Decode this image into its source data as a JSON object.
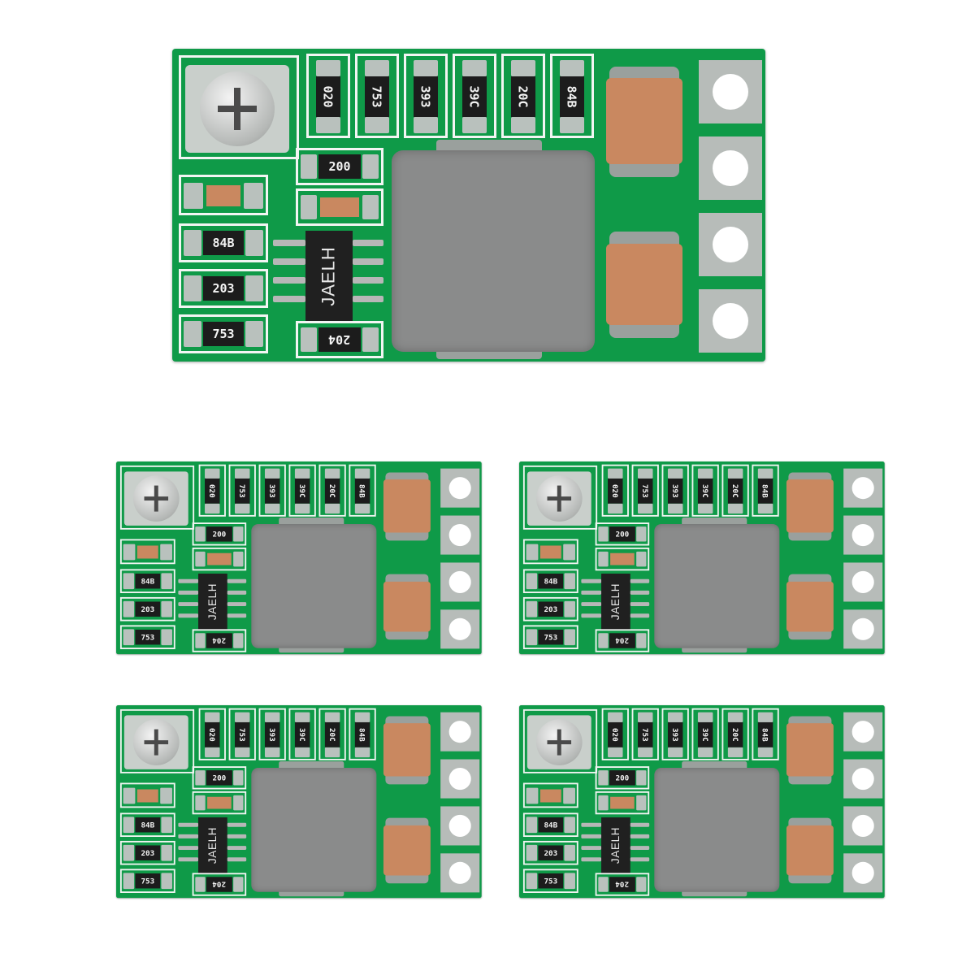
{
  "image": {
    "description": "Five identical green mini buck converter PCB modules",
    "colors": {
      "pcb": "#0f9a48",
      "silkscreen": "#f2f5f3",
      "pad": "#b9c1bd",
      "capacitor": "#c98860",
      "inductor": "#8a8b8b"
    }
  },
  "board": {
    "top_resistors": [
      "020",
      "753",
      "393",
      "39C",
      "20C",
      "84B"
    ],
    "left_resistors": [
      "84B",
      "203",
      "753"
    ],
    "center_resistors": [
      "200",
      "204"
    ],
    "ic_marking": "JAELH"
  }
}
